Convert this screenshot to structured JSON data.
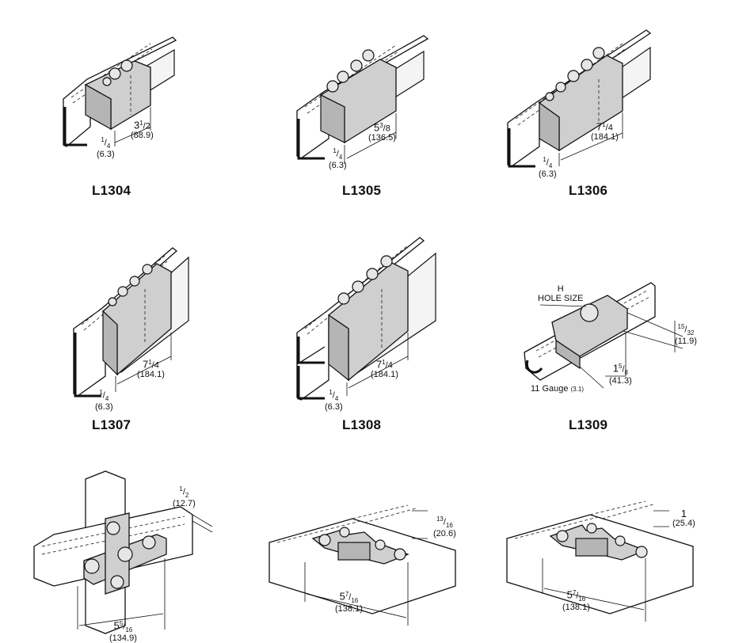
{
  "parts": [
    {
      "id": "L1304",
      "label": "L1304",
      "dims": [
        {
          "whole": "3",
          "num": "1",
          "den": "2",
          "metric": "(88.9)"
        },
        {
          "whole": "",
          "num": "1",
          "den": "4",
          "metric": "(6.3)"
        }
      ]
    },
    {
      "id": "L1305",
      "label": "L1305",
      "dims": [
        {
          "whole": "5",
          "num": "3",
          "den": "8",
          "metric": "(136.5)"
        },
        {
          "whole": "",
          "num": "1",
          "den": "4",
          "metric": "(6.3)"
        }
      ]
    },
    {
      "id": "L1306",
      "label": "L1306",
      "dims": [
        {
          "whole": "7",
          "num": "1",
          "den": "4",
          "metric": "(184.1)"
        },
        {
          "whole": "",
          "num": "1",
          "den": "4",
          "metric": "(6.3)"
        }
      ]
    },
    {
      "id": "L1307",
      "label": "L1307",
      "dims": [
        {
          "whole": "7",
          "num": "1",
          "den": "4",
          "metric": "(184.1)"
        },
        {
          "whole": "",
          "num": "1",
          "den": "4",
          "metric": "(6.3)"
        }
      ]
    },
    {
      "id": "L1308",
      "label": "L1308",
      "dims": [
        {
          "whole": "7",
          "num": "1",
          "den": "4",
          "metric": "(184.1)"
        },
        {
          "whole": "",
          "num": "1",
          "den": "4",
          "metric": "(6.3)"
        }
      ]
    },
    {
      "id": "L1309",
      "label": "L1309",
      "dims": [
        {
          "whole": "",
          "num": "15",
          "den": "32",
          "metric": "(11.9)"
        },
        {
          "whole": "1",
          "num": "5",
          "den": "8",
          "metric": "(41.3)"
        }
      ],
      "hole_label_1": "H",
      "hole_label_2": "HOLE SIZE",
      "gauge": "11 Gauge",
      "gauge_metric": "(3.1)"
    },
    {
      "id": "cross",
      "label": "",
      "dims": [
        {
          "whole": "",
          "num": "1",
          "den": "2",
          "metric": "(12.7)"
        },
        {
          "whole": "5",
          "num": "5",
          "den": "16",
          "metric": "(134.9)"
        }
      ]
    },
    {
      "id": "tee-13-16",
      "label": "",
      "dims": [
        {
          "whole": "",
          "num": "13",
          "den": "16",
          "metric": "(20.6)"
        },
        {
          "whole": "5",
          "num": "7",
          "den": "16",
          "metric": "(138.1)"
        }
      ]
    },
    {
      "id": "tee-1",
      "label": "",
      "dims": [
        {
          "whole": "1",
          "num": "",
          "den": "",
          "metric": "(25.4)"
        },
        {
          "whole": "5",
          "num": "7",
          "den": "16",
          "metric": "(138.1)"
        }
      ]
    }
  ]
}
